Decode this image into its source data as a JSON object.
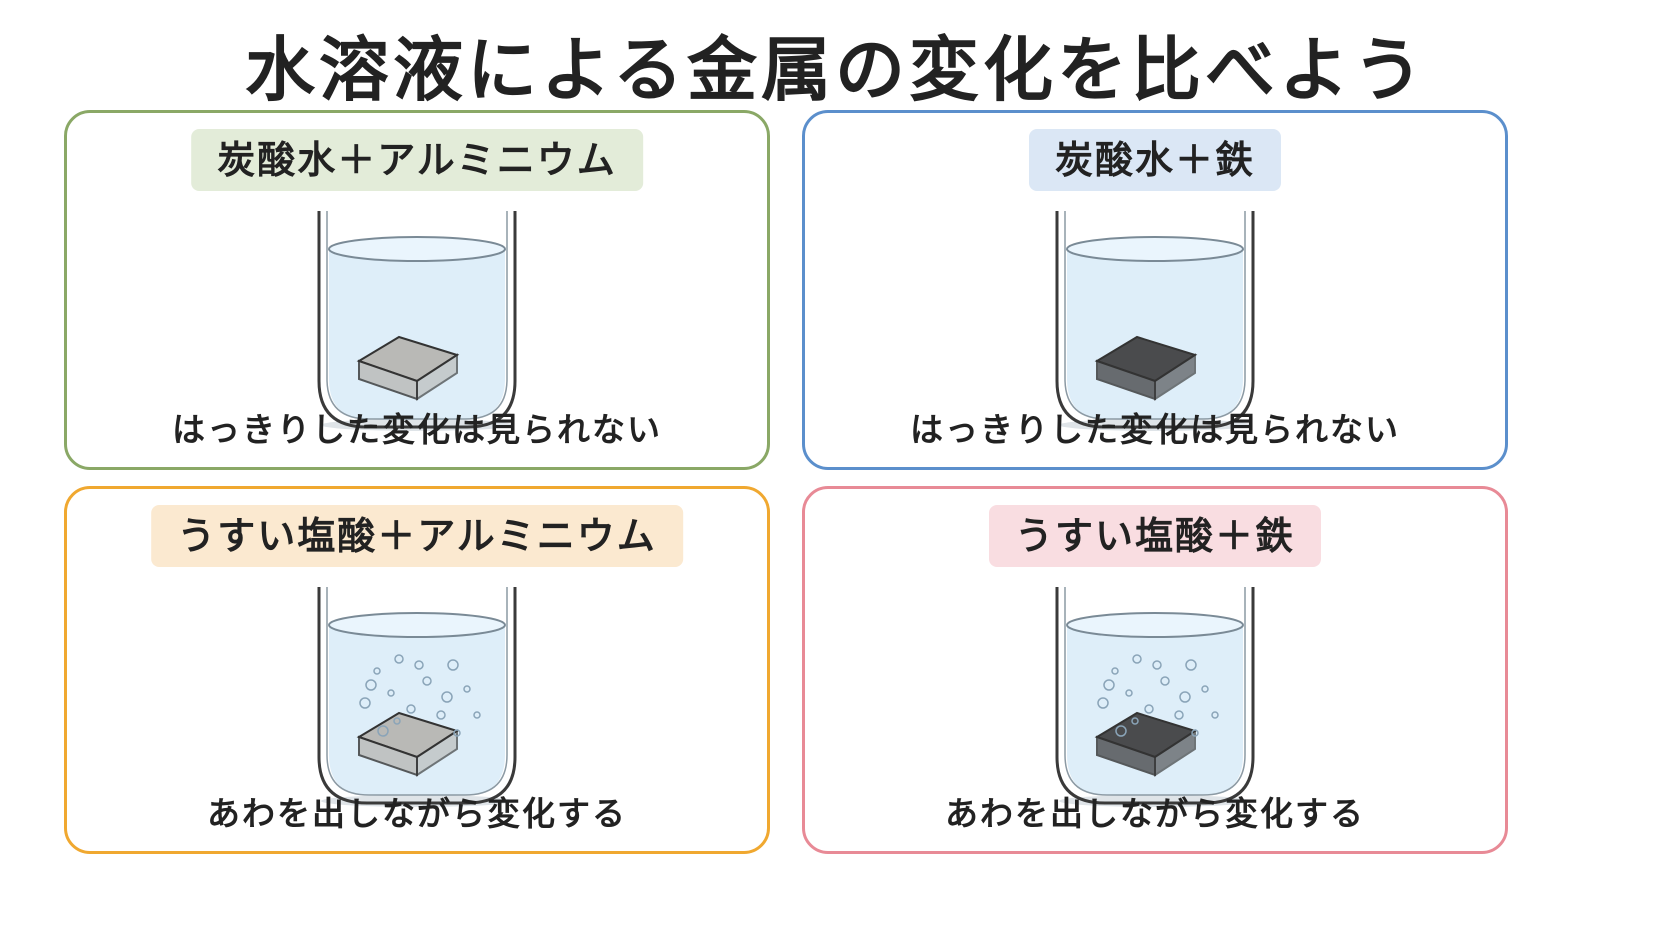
{
  "title": "水溶液による金属の変化を比べよう",
  "panels": [
    {
      "label": "炭酸水＋アルミニウム",
      "result": "はっきりした変化は見られない",
      "border_color": "#8aa866",
      "label_bg": "#e3ecd9",
      "metal": "aluminum",
      "bubbles": false
    },
    {
      "label": "炭酸水＋鉄",
      "result": "はっきりした変化は見られない",
      "border_color": "#5b8fcc",
      "label_bg": "#dbe7f5",
      "metal": "iron",
      "bubbles": false
    },
    {
      "label": "うすい塩酸＋アルミニウム",
      "result": "あわを出しながら変化する",
      "border_color": "#f0a830",
      "label_bg": "#fbe9d0",
      "metal": "aluminum",
      "bubbles": true
    },
    {
      "label": "うすい塩酸＋鉄",
      "result": "あわを出しながら変化する",
      "border_color": "#e88a96",
      "label_bg": "#f9dde1",
      "metal": "iron",
      "bubbles": true
    }
  ],
  "colors": {
    "aluminum": "#b9b9b6",
    "iron": "#4a4b4d",
    "water": "#d8ebf8"
  }
}
